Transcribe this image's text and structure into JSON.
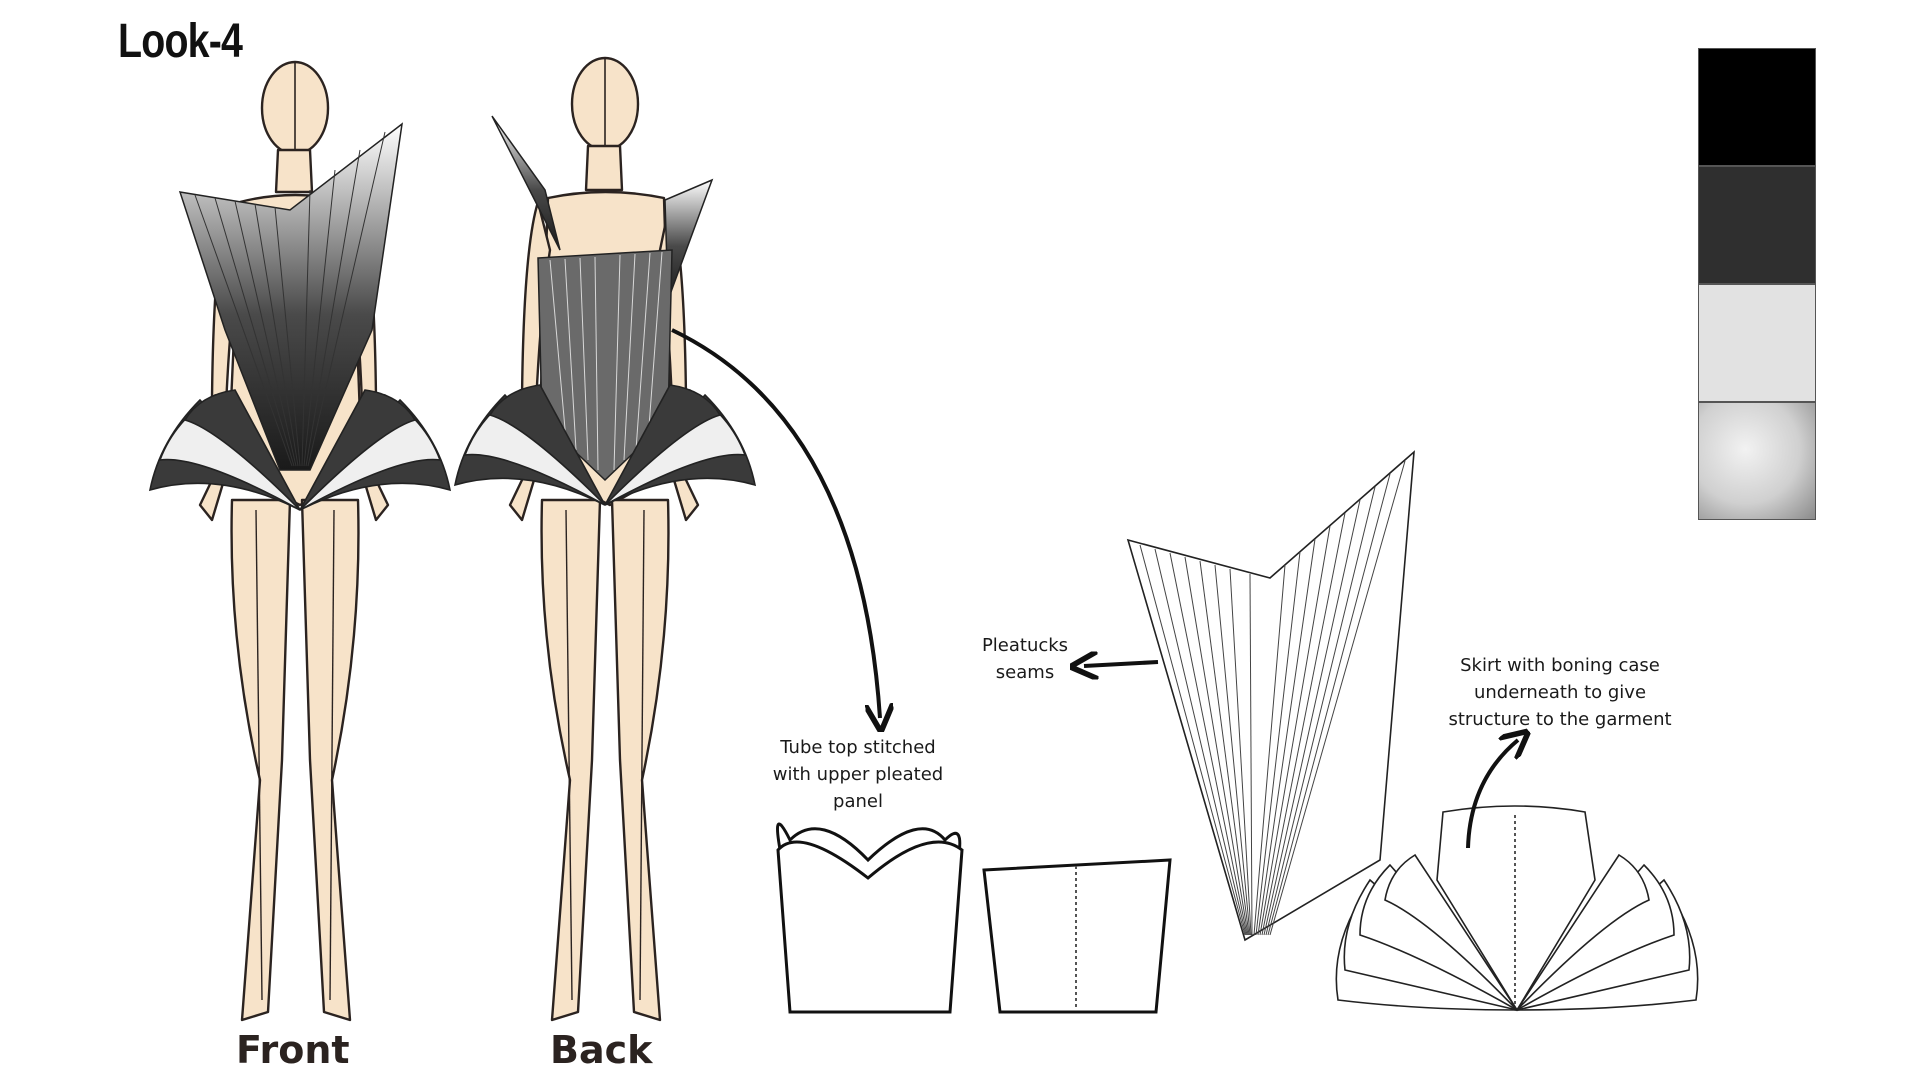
{
  "title": "Look-4",
  "views": {
    "front": "Front",
    "back": "Back"
  },
  "notes": {
    "tube_top": "Tube top stitched\nwith upper pleated\npanel",
    "pleatucks": "Pleatucks\nseams",
    "skirt": "Skirt with boning case\nunderneath to give\nstructure to the garment"
  },
  "palette": [
    {
      "name": "black",
      "color": "#000000"
    },
    {
      "name": "charcoal",
      "color": "#2f2f2f"
    },
    {
      "name": "light-grey",
      "color": "#e2e2e2"
    },
    {
      "name": "grey-gradient",
      "color": "#b8b8b8"
    }
  ]
}
